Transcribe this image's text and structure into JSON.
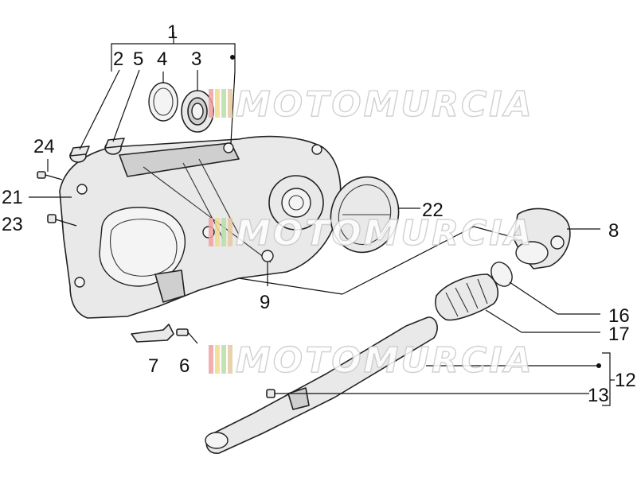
{
  "watermark": {
    "text": "MOTOMURCIA",
    "stripe_colors": [
      "#f2a1a1",
      "#f5d98a",
      "#b8e0a8",
      "#e7c9a0"
    ]
  },
  "callouts": {
    "n1": "1",
    "n2": "2",
    "n3": "3",
    "n4": "4",
    "n5": "5",
    "n6": "6",
    "n7": "7",
    "n8": "8",
    "n9": "9",
    "n12": "12",
    "n13": "13",
    "n16": "16",
    "n17": "17",
    "n21": "21",
    "n22": "22",
    "n23": "23",
    "n24": "24"
  }
}
